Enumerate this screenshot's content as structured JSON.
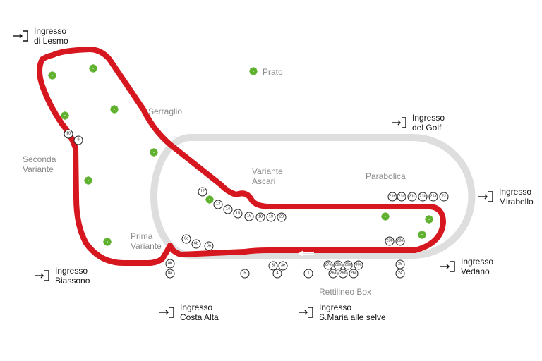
{
  "legend_colors": {
    "track": "#d7171f",
    "outer_ring": "#dedede",
    "clover": "#5fb12e",
    "arrow_stripe": "#ffffff"
  },
  "icons": {
    "entrance": "entrance-arrow-icon",
    "green_area": "clover-icon"
  },
  "entrances": [
    {
      "id": "lesmo",
      "label": "Ingresso\ndi Lesmo"
    },
    {
      "id": "golf",
      "label": "Ingresso\ndel Golf"
    },
    {
      "id": "mirabello",
      "label": "Ingresso\nMirabello"
    },
    {
      "id": "vedano",
      "label": "Ingresso\nVedano"
    },
    {
      "id": "biassono",
      "label": "Ingresso\nBiassono"
    },
    {
      "id": "costa",
      "label": "Ingresso\nCosta Alta"
    },
    {
      "id": "smaria",
      "label": "Ingresso\nS.Maria alle selve"
    }
  ],
  "areas": {
    "prato": "Prato",
    "serraglio": "Serraglio",
    "seconda_variante": "Seconda\nVariante",
    "variante_ascari": "Variante\nAscari",
    "parabolica": "Parabolica",
    "prima_variante": "Prima\nVariante",
    "rettilineo_box": "Rettilineo Box"
  },
  "stands": [
    "10",
    "9",
    "12",
    "13",
    "14",
    "15",
    "16",
    "18",
    "19",
    "20",
    "21e",
    "21d",
    "21c",
    "21b",
    "21a",
    "22",
    "23b",
    "23a",
    "6c",
    "6b",
    "6a",
    "8b",
    "8a",
    "3f",
    "3e",
    "4",
    "5",
    "1",
    "27a",
    "28a",
    "29a",
    "30a",
    "26a",
    "26b",
    "26c",
    "25",
    "24"
  ]
}
